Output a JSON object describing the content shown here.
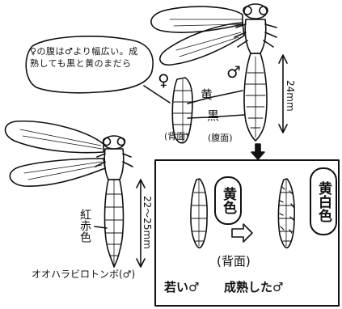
{
  "callout": {
    "text": "♀の腹は♂より幅広い。成熟しても黒と黄のまだら",
    "female_symbol": "♀"
  },
  "top_figure": {
    "yellow_label": "黄",
    "black_label": "黒",
    "dorsal_label": "(背面)",
    "ventral_label": "(腹面)",
    "male_symbol": "♂",
    "length_label": "24mm"
  },
  "left_figure": {
    "color_label": "紅赤色",
    "length_label": "22〜25mm",
    "caption": "オオハラビロトンボ(♂)"
  },
  "inset": {
    "pill_yellow": "黄色",
    "pill_yellow_white": "黄白色",
    "center_label": "(背面)",
    "young_label": "若い♂",
    "mature_label": "成熟した♂"
  }
}
